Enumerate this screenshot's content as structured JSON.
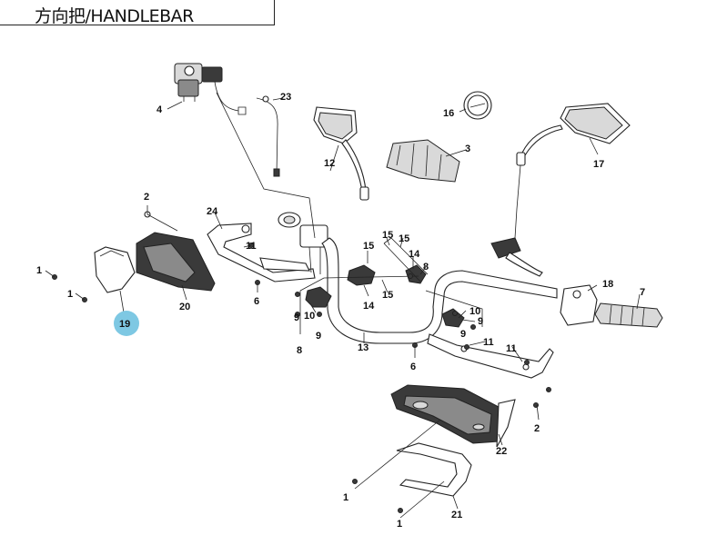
{
  "title": "方向把/HANDLEBAR",
  "callouts": [
    "1",
    "1",
    "1",
    "1",
    "2",
    "2",
    "3",
    "4",
    "6",
    "6",
    "7",
    "8",
    "8",
    "9",
    "9",
    "9",
    "9",
    "10",
    "10",
    "11",
    "11",
    "11",
    "12",
    "13",
    "14",
    "14",
    "15",
    "15",
    "15",
    "15",
    "16",
    "17",
    "18",
    "19",
    "20",
    "21",
    "22",
    "23",
    "24"
  ],
  "highlight_color": "#7ec8e3"
}
